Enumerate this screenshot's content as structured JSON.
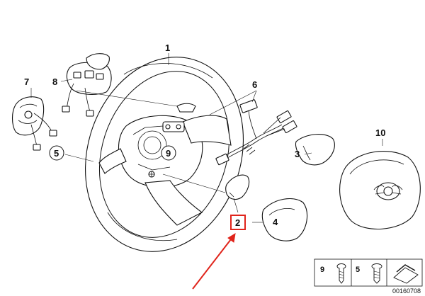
{
  "callouts": {
    "c1": "1",
    "c2": "2",
    "c3": "3",
    "c4": "4",
    "c5": "5",
    "c6": "6",
    "c7": "7",
    "c8": "8",
    "c9": "9",
    "c10": "10"
  },
  "legend": {
    "item_9": "9",
    "item_5": "5"
  },
  "doc_number": "00160708",
  "colors": {
    "highlight": "#e0241b",
    "line": "#111111"
  }
}
